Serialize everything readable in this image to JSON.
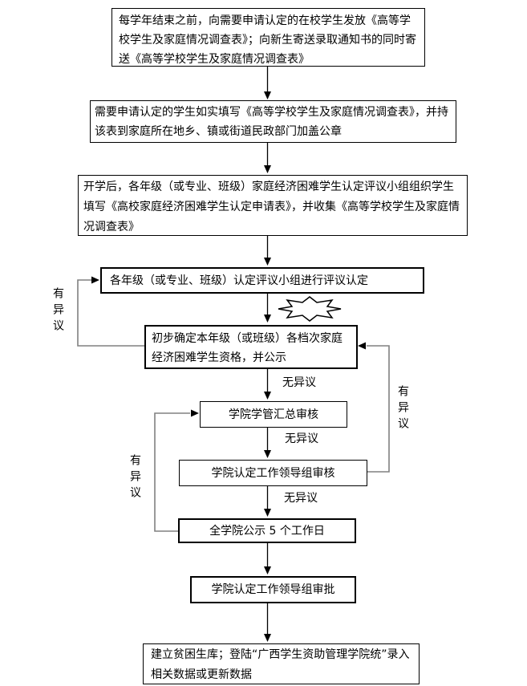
{
  "flow": {
    "boxes": [
      {
        "id": "distribute-survey",
        "text": "每学年结束之前，向需要申请认定的在校学生发放《高等学校学生及家庭情况调查表》；向新生寄送录取通知书的同时寄送《高等学校学生及家庭情况调查表》"
      },
      {
        "id": "student-fill-form",
        "text": "需要申请认定的学生如实填写《高等学校学生及家庭情况调查表》，并持该表到家庭所在地乡、镇或街道民政部门加盖公章"
      },
      {
        "id": "collect-applications",
        "text": "开学后，各年级（或专业、班级）家庭经济困难学生认定评议小组组织学生填写《高校家庭经济困难学生认定申请表》，并收集《高等学校学生及家庭情况调查表》"
      },
      {
        "id": "grade-review",
        "text": "各年级（或专业、班级）认定评议小组进行评议认定"
      },
      {
        "id": "preliminary-result",
        "text": "初步确定本年级（或班级）各档次家庭经济困难学生资格，并公示"
      },
      {
        "id": "dept-summary-audit",
        "text": "学院学管汇总审核"
      },
      {
        "id": "leading-group-audit",
        "text": "学院认定工作领导组审核"
      },
      {
        "id": "college-publicity",
        "text": "全学院公示 5 个工作日"
      },
      {
        "id": "leading-group-approval",
        "text": "学院认定工作领导组审批"
      },
      {
        "id": "build-database",
        "text": "建立贫困生库；登陆“广西学生资助管理学院统”录入相关数据或更新数据"
      }
    ],
    "labels": {
      "no_objection": "无异议",
      "has_objection": "有异议"
    },
    "colors": {
      "background": "#ffffff",
      "box_border": "#000000",
      "text": "#000000",
      "arrow": "#000000",
      "feedback_line": "#808080"
    }
  }
}
